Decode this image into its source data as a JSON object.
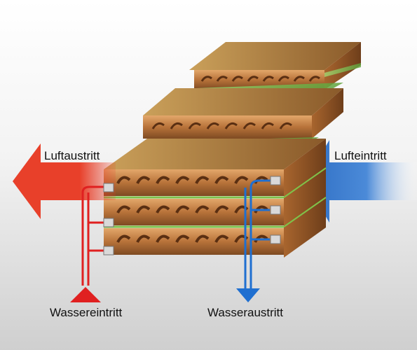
{
  "labels": {
    "air_outlet": "Luftaustritt",
    "air_inlet": "Lufteintritt",
    "water_inlet": "Wassereintritt",
    "water_outlet": "Wasseraustritt"
  },
  "colors": {
    "air_outlet_arrow": "#e8402a",
    "air_inlet_arrow": "#2f6fc4",
    "water_inlet_pipe": "#e02020",
    "water_outlet_pipe": "#1f6fd0",
    "fin_copper": "#b8733a",
    "fin_green": "#7fc24a"
  },
  "icons": {
    "exchange_arrow": "double-headed-arrow-icon",
    "pipe_valve": "valve-icon"
  }
}
